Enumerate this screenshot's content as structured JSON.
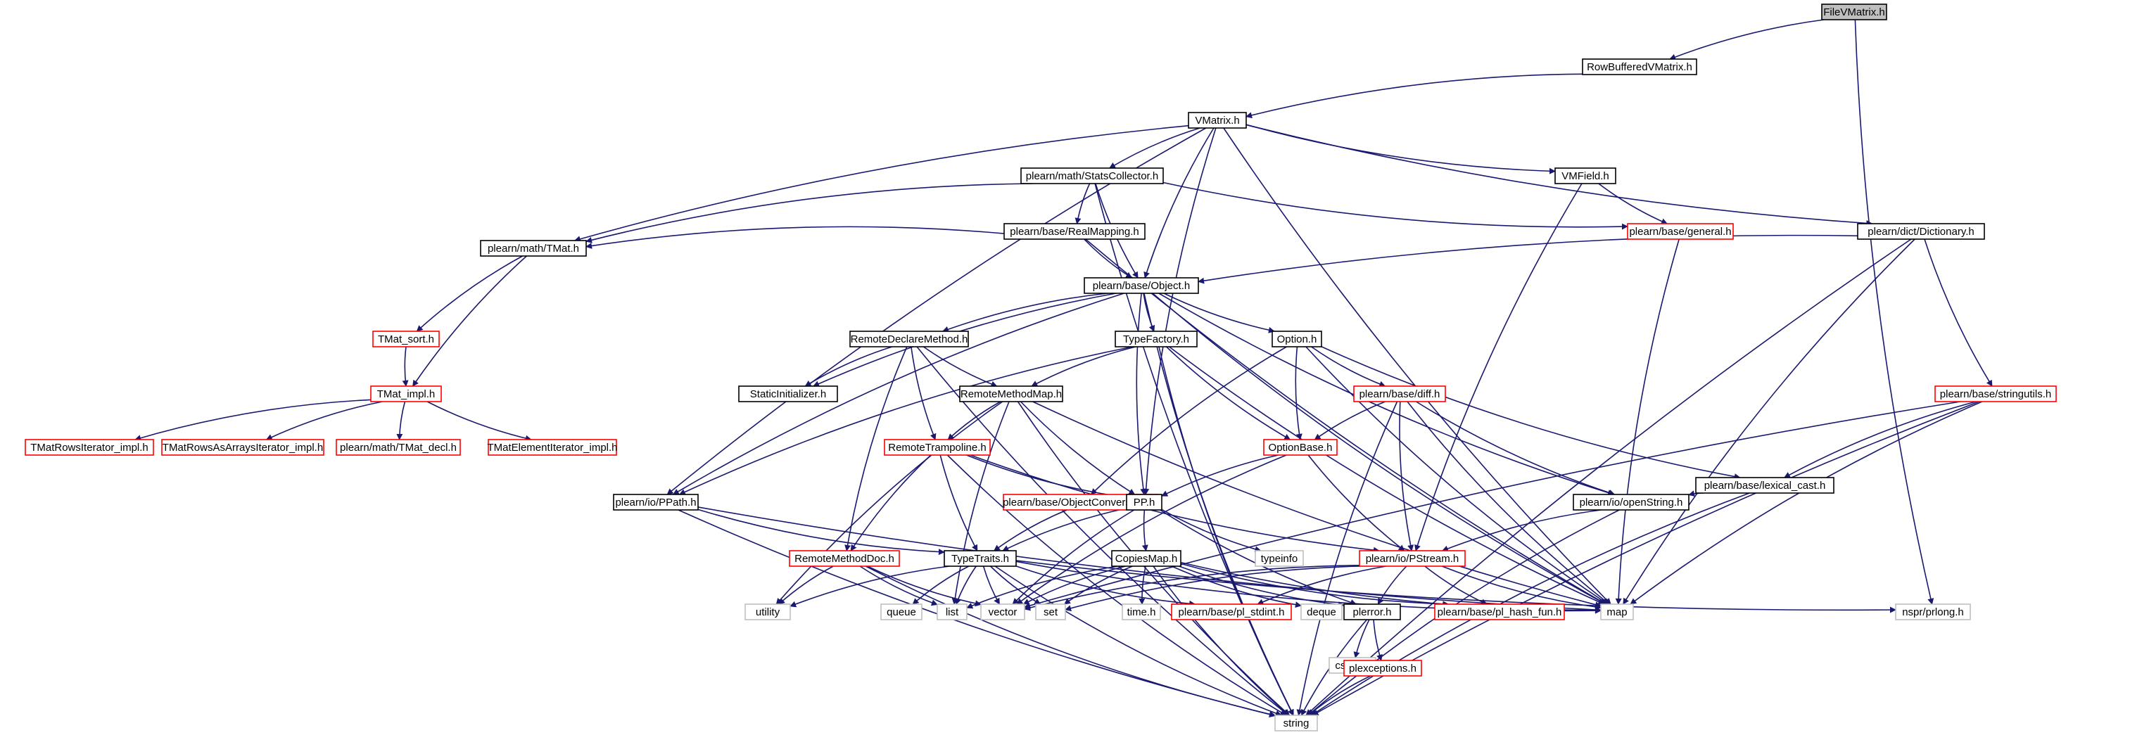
{
  "diagram": {
    "colors": {
      "edge": "#191970",
      "documented": "#000000",
      "truncated": "#ff0000",
      "undocumented": "#bfbfbf",
      "root_fill": "#bfbfbf"
    },
    "nodes": [
      {
        "id": "n_filevm",
        "label": "FileVMatrix.h",
        "style": "root"
      },
      {
        "id": "n_rowbuf",
        "label": "RowBufferedVMatrix.h",
        "style": "solid"
      },
      {
        "id": "n_vmatrix",
        "label": "VMatrix.h",
        "style": "solid"
      },
      {
        "id": "n_stats",
        "label": "plearn/math/StatsCollector.h",
        "style": "solid"
      },
      {
        "id": "n_vmfield",
        "label": "VMField.h",
        "style": "solid"
      },
      {
        "id": "n_dict",
        "label": "plearn/dict/Dictionary.h",
        "style": "solid"
      },
      {
        "id": "n_realmap",
        "label": "plearn/base/RealMapping.h",
        "style": "solid"
      },
      {
        "id": "n_general",
        "label": "plearn/base/general.h",
        "style": "red"
      },
      {
        "id": "n_tmat",
        "label": "plearn/math/TMat.h",
        "style": "solid"
      },
      {
        "id": "n_object",
        "label": "plearn/base/Object.h",
        "style": "solid"
      },
      {
        "id": "n_tmatsort",
        "label": "TMat_sort.h",
        "style": "red"
      },
      {
        "id": "n_remdecl",
        "label": "RemoteDeclareMethod.h",
        "style": "solid"
      },
      {
        "id": "n_typefact",
        "label": "TypeFactory.h",
        "style": "solid"
      },
      {
        "id": "n_option",
        "label": "Option.h",
        "style": "solid"
      },
      {
        "id": "n_tmatimpl",
        "label": "TMat_impl.h",
        "style": "red"
      },
      {
        "id": "n_staticinit",
        "label": "StaticInitializer.h",
        "style": "solid"
      },
      {
        "id": "n_remmap",
        "label": "RemoteMethodMap.h",
        "style": "solid"
      },
      {
        "id": "n_diff",
        "label": "plearn/base/diff.h",
        "style": "red"
      },
      {
        "id": "n_stringutils",
        "label": "plearn/base/stringutils.h",
        "style": "red"
      },
      {
        "id": "n_tmrows",
        "label": "TMatRowsIterator_impl.h",
        "style": "red"
      },
      {
        "id": "n_tmrowsarr",
        "label": "TMatRowsAsArraysIterator_impl.h",
        "style": "red"
      },
      {
        "id": "n_tmatdecl",
        "label": "plearn/math/TMat_decl.h",
        "style": "red"
      },
      {
        "id": "n_tmelem",
        "label": "TMatElementIterator_impl.h",
        "style": "red"
      },
      {
        "id": "n_remtramp",
        "label": "RemoteTrampoline.h",
        "style": "red"
      },
      {
        "id": "n_optbase",
        "label": "OptionBase.h",
        "style": "red"
      },
      {
        "id": "n_lexcast",
        "label": "plearn/base/lexical_cast.h",
        "style": "solid"
      },
      {
        "id": "n_pppath",
        "label": "plearn/io/PPath.h",
        "style": "solid"
      },
      {
        "id": "n_objconv",
        "label": "plearn/base/ObjectConversions.h",
        "style": "red"
      },
      {
        "id": "n_pp",
        "label": "PP.h",
        "style": "solid"
      },
      {
        "id": "n_openstr",
        "label": "plearn/io/openString.h",
        "style": "solid"
      },
      {
        "id": "n_remdoc",
        "label": "RemoteMethodDoc.h",
        "style": "red"
      },
      {
        "id": "n_typetraits",
        "label": "TypeTraits.h",
        "style": "solid"
      },
      {
        "id": "n_copiesmap",
        "label": "CopiesMap.h",
        "style": "solid"
      },
      {
        "id": "n_typeinfo",
        "label": "typeinfo",
        "style": "grey"
      },
      {
        "id": "n_pstream",
        "label": "plearn/io/PStream.h",
        "style": "red"
      },
      {
        "id": "n_utility",
        "label": "utility",
        "style": "grey"
      },
      {
        "id": "n_queue",
        "label": "queue",
        "style": "grey"
      },
      {
        "id": "n_list",
        "label": "list",
        "style": "grey"
      },
      {
        "id": "n_vector",
        "label": "vector",
        "style": "grey"
      },
      {
        "id": "n_set",
        "label": "set",
        "style": "grey"
      },
      {
        "id": "n_time",
        "label": "time.h",
        "style": "grey"
      },
      {
        "id": "n_stdint",
        "label": "plearn/base/pl_stdint.h",
        "style": "red"
      },
      {
        "id": "n_deque",
        "label": "deque",
        "style": "grey"
      },
      {
        "id": "n_plerror",
        "label": "plerror.h",
        "style": "solid"
      },
      {
        "id": "n_hashfun",
        "label": "plearn/base/pl_hash_fun.h",
        "style": "red"
      },
      {
        "id": "n_map",
        "label": "map",
        "style": "grey"
      },
      {
        "id": "n_nsprlong",
        "label": "nspr/prlong.h",
        "style": "grey"
      },
      {
        "id": "n_cstdarg",
        "label": "cstdarg",
        "style": "grey"
      },
      {
        "id": "n_plexc",
        "label": "plexceptions.h",
        "style": "red"
      },
      {
        "id": "n_string",
        "label": "string",
        "style": "grey"
      }
    ],
    "edges": [
      [
        "n_filevm",
        "n_rowbuf"
      ],
      [
        "n_filevm",
        "n_nsprlong"
      ],
      [
        "n_rowbuf",
        "n_vmatrix"
      ],
      [
        "n_vmatrix",
        "n_stats"
      ],
      [
        "n_vmatrix",
        "n_vmfield"
      ],
      [
        "n_vmatrix",
        "n_dict"
      ],
      [
        "n_vmatrix",
        "n_tmat"
      ],
      [
        "n_vmatrix",
        "n_object"
      ],
      [
        "n_vmatrix",
        "n_pppath"
      ],
      [
        "n_vmatrix",
        "n_pp"
      ],
      [
        "n_vmatrix",
        "n_map"
      ],
      [
        "n_stats",
        "n_realmap"
      ],
      [
        "n_stats",
        "n_general"
      ],
      [
        "n_stats",
        "n_tmat"
      ],
      [
        "n_stats",
        "n_object"
      ],
      [
        "n_stats",
        "n_string"
      ],
      [
        "n_vmfield",
        "n_general"
      ],
      [
        "n_vmfield",
        "n_pstream"
      ],
      [
        "n_dict",
        "n_object"
      ],
      [
        "n_dict",
        "n_stringutils"
      ],
      [
        "n_dict",
        "n_map"
      ],
      [
        "n_dict",
        "n_string"
      ],
      [
        "n_realmap",
        "n_tmat"
      ],
      [
        "n_realmap",
        "n_object"
      ],
      [
        "n_realmap",
        "n_map"
      ],
      [
        "n_general",
        "n_map"
      ],
      [
        "n_tmat",
        "n_tmatsort"
      ],
      [
        "n_tmat",
        "n_tmatimpl"
      ],
      [
        "n_tmatsort",
        "n_tmatimpl"
      ],
      [
        "n_tmatimpl",
        "n_tmrows"
      ],
      [
        "n_tmatimpl",
        "n_tmrowsarr"
      ],
      [
        "n_tmatimpl",
        "n_tmatdecl"
      ],
      [
        "n_tmatimpl",
        "n_tmelem"
      ],
      [
        "n_object",
        "n_remdecl"
      ],
      [
        "n_object",
        "n_typefact"
      ],
      [
        "n_object",
        "n_option"
      ],
      [
        "n_object",
        "n_staticinit"
      ],
      [
        "n_object",
        "n_pppath"
      ],
      [
        "n_object",
        "n_pp"
      ],
      [
        "n_object",
        "n_openstr"
      ],
      [
        "n_object",
        "n_map"
      ],
      [
        "n_object",
        "n_string"
      ],
      [
        "n_remdecl",
        "n_staticinit"
      ],
      [
        "n_remdecl",
        "n_remmap"
      ],
      [
        "n_remdecl",
        "n_remtramp"
      ],
      [
        "n_remdecl",
        "n_remdoc"
      ],
      [
        "n_remdecl",
        "n_string"
      ],
      [
        "n_typefact",
        "n_remmap"
      ],
      [
        "n_typefact",
        "n_optbase"
      ],
      [
        "n_typefact",
        "n_pppath"
      ],
      [
        "n_typefact",
        "n_map"
      ],
      [
        "n_typefact",
        "n_string"
      ],
      [
        "n_option",
        "n_optbase"
      ],
      [
        "n_option",
        "n_diff"
      ],
      [
        "n_option",
        "n_lexcast"
      ],
      [
        "n_option",
        "n_objconv"
      ],
      [
        "n_option",
        "n_map"
      ],
      [
        "n_remmap",
        "n_remtramp"
      ],
      [
        "n_remmap",
        "n_pp"
      ],
      [
        "n_remmap",
        "n_utility"
      ],
      [
        "n_remmap",
        "n_list"
      ],
      [
        "n_remmap",
        "n_map"
      ],
      [
        "n_remmap",
        "n_string"
      ],
      [
        "n_diff",
        "n_optbase"
      ],
      [
        "n_diff",
        "n_pstream"
      ],
      [
        "n_diff",
        "n_openstr"
      ],
      [
        "n_diff",
        "n_map"
      ],
      [
        "n_diff",
        "n_string"
      ],
      [
        "n_stringutils",
        "n_lexcast"
      ],
      [
        "n_stringutils",
        "n_vector"
      ],
      [
        "n_stringutils",
        "n_map"
      ],
      [
        "n_stringutils",
        "n_string"
      ],
      [
        "n_remtramp",
        "n_pp"
      ],
      [
        "n_remtramp",
        "n_typetraits"
      ],
      [
        "n_remtramp",
        "n_remdoc"
      ],
      [
        "n_remtramp",
        "n_pstream"
      ],
      [
        "n_remtramp",
        "n_string"
      ],
      [
        "n_optbase",
        "n_pp"
      ],
      [
        "n_optbase",
        "n_pstream"
      ],
      [
        "n_optbase",
        "n_vector"
      ],
      [
        "n_lexcast",
        "n_openstr"
      ],
      [
        "n_lexcast",
        "n_string"
      ],
      [
        "n_pppath",
        "n_typetraits"
      ],
      [
        "n_pppath",
        "n_map"
      ],
      [
        "n_pppath",
        "n_string"
      ],
      [
        "n_objconv",
        "n_typetraits"
      ],
      [
        "n_pp",
        "n_typetraits"
      ],
      [
        "n_pp",
        "n_copiesmap"
      ],
      [
        "n_pp",
        "n_typeinfo"
      ],
      [
        "n_pp",
        "n_plerror"
      ],
      [
        "n_pp",
        "n_vector"
      ],
      [
        "n_openstr",
        "n_pstream"
      ],
      [
        "n_openstr",
        "n_string"
      ],
      [
        "n_remdoc",
        "n_utility"
      ],
      [
        "n_remdoc",
        "n_list"
      ],
      [
        "n_remdoc",
        "n_vector"
      ],
      [
        "n_remdoc",
        "n_string"
      ],
      [
        "n_typetraits",
        "n_utility"
      ],
      [
        "n_typetraits",
        "n_queue"
      ],
      [
        "n_typetraits",
        "n_list"
      ],
      [
        "n_typetraits",
        "n_vector"
      ],
      [
        "n_typetraits",
        "n_set"
      ],
      [
        "n_typetraits",
        "n_map"
      ],
      [
        "n_typetraits",
        "n_string"
      ],
      [
        "n_typetraits",
        "n_stdint"
      ],
      [
        "n_typetraits",
        "n_nsprlong"
      ],
      [
        "n_copiesmap",
        "n_list"
      ],
      [
        "n_copiesmap",
        "n_vector"
      ],
      [
        "n_copiesmap",
        "n_set"
      ],
      [
        "n_copiesmap",
        "n_time"
      ],
      [
        "n_copiesmap",
        "n_deque"
      ],
      [
        "n_copiesmap",
        "n_map"
      ],
      [
        "n_copiesmap",
        "n_plerror"
      ],
      [
        "n_copiesmap",
        "n_hashfun"
      ],
      [
        "n_copiesmap",
        "n_string"
      ],
      [
        "n_pstream",
        "n_plerror"
      ],
      [
        "n_pstream",
        "n_stdint"
      ],
      [
        "n_pstream",
        "n_hashfun"
      ],
      [
        "n_pstream",
        "n_map"
      ],
      [
        "n_pstream",
        "n_set"
      ],
      [
        "n_pstream",
        "n_vector"
      ],
      [
        "n_plerror",
        "n_cstdarg"
      ],
      [
        "n_plerror",
        "n_plexc"
      ],
      [
        "n_plerror",
        "n_string"
      ],
      [
        "n_plexc",
        "n_string"
      ]
    ]
  }
}
